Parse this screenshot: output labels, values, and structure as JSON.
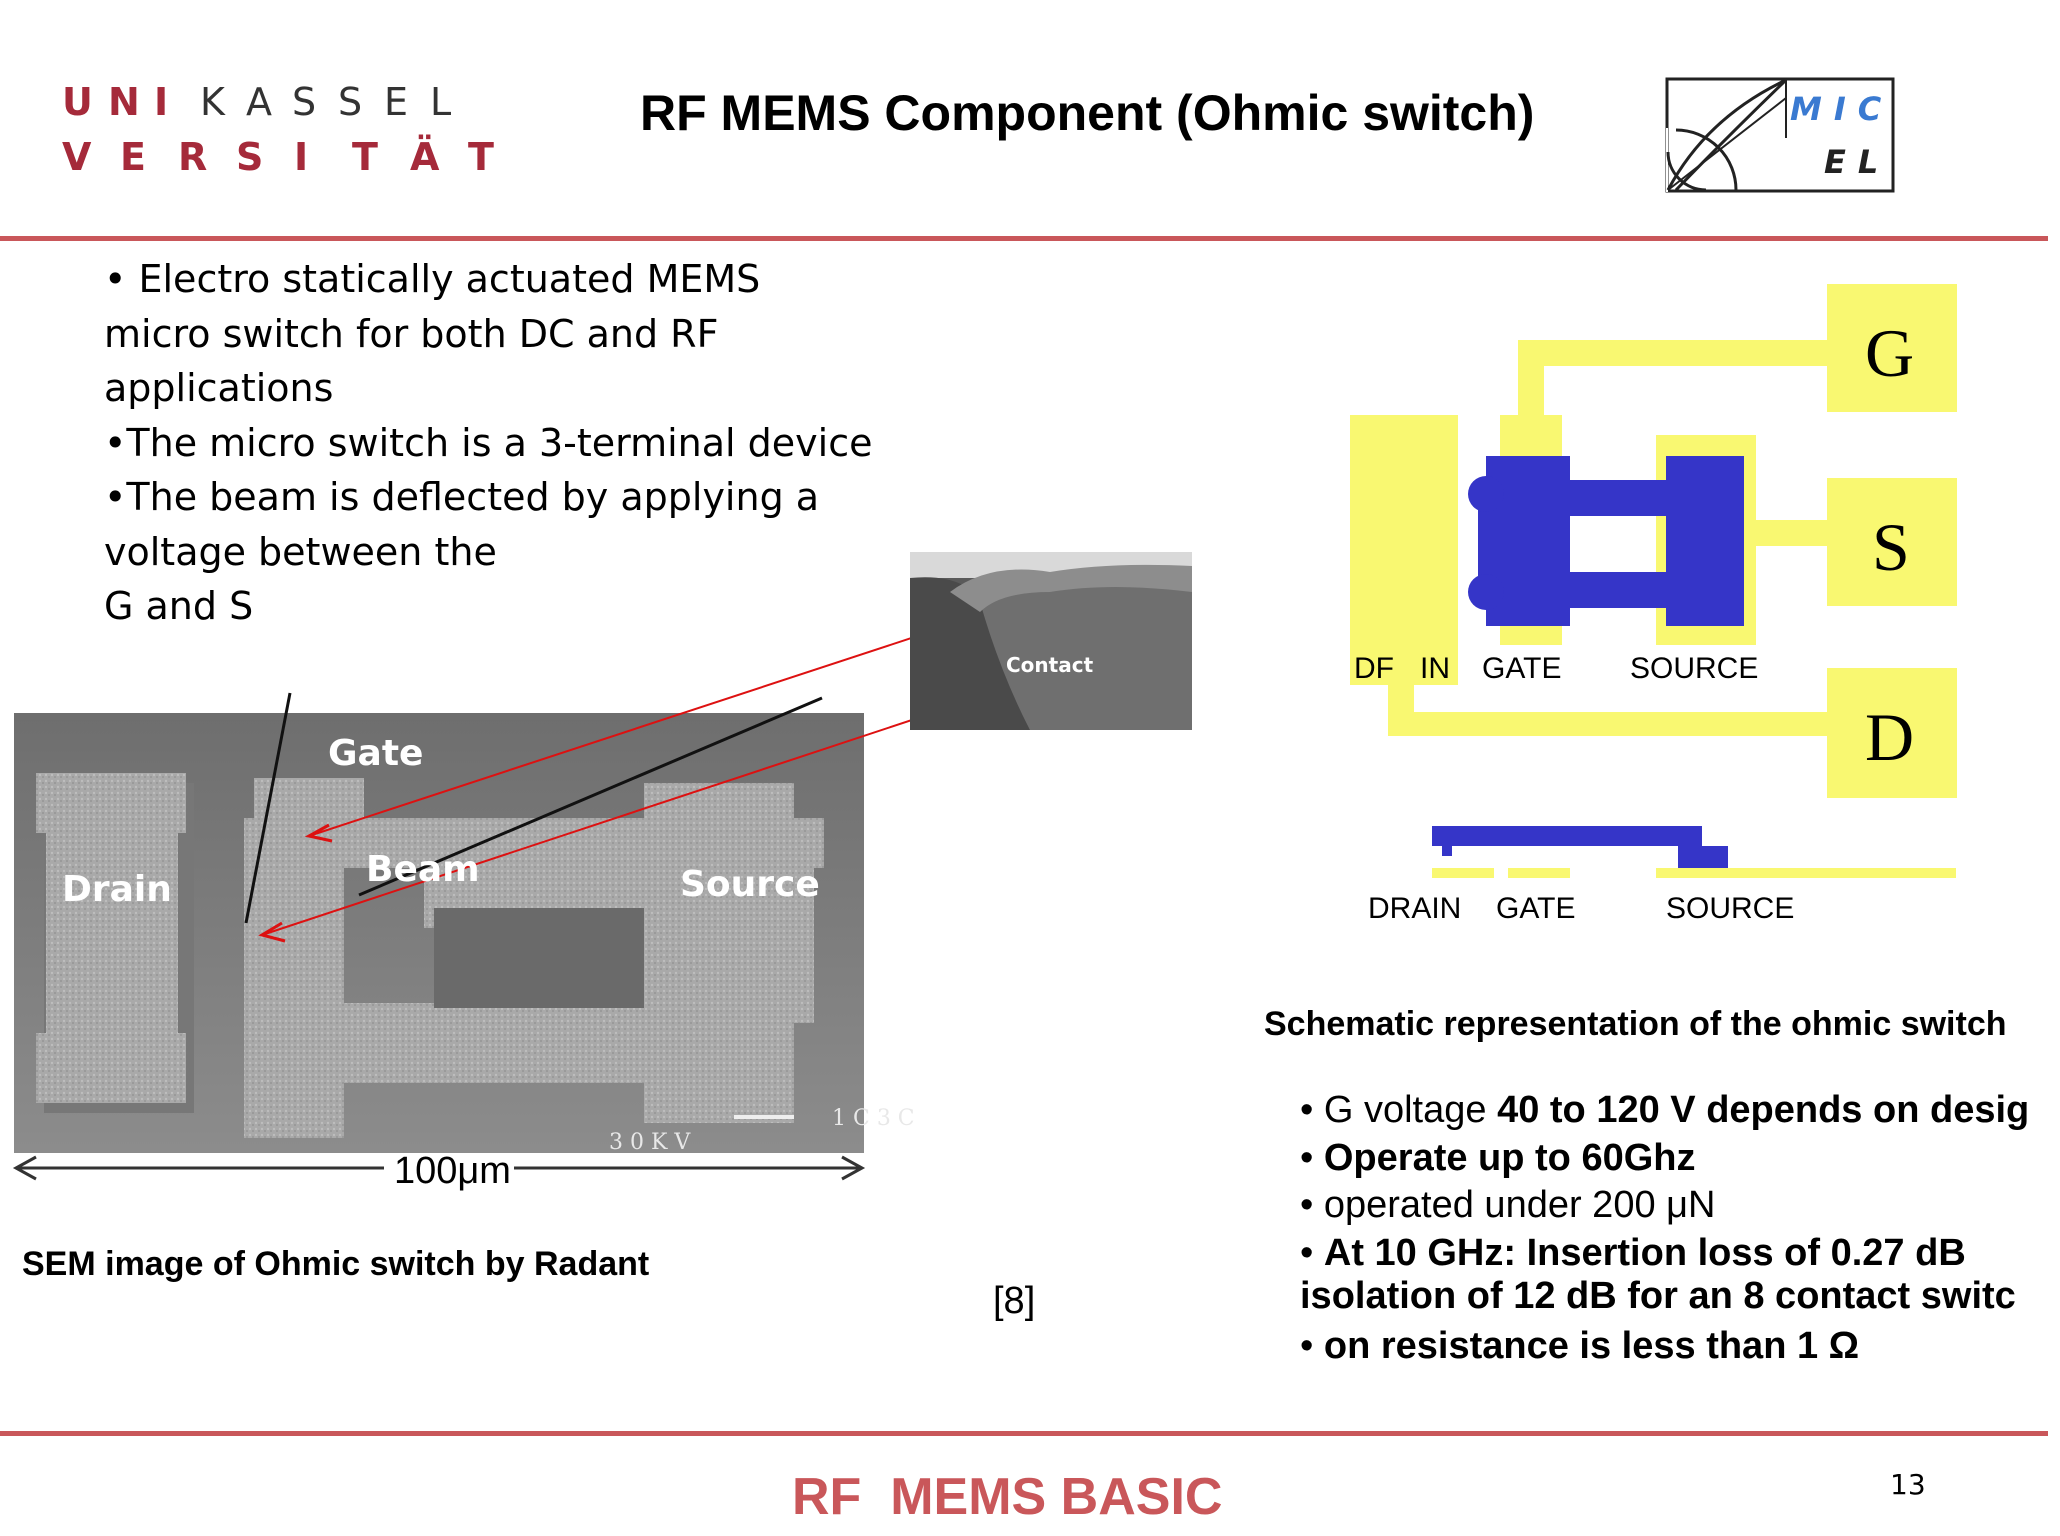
{
  "header": {
    "logo_row1": [
      "U",
      "N",
      "I",
      "K",
      "A",
      "S",
      "S",
      "E",
      "L"
    ],
    "logo_row2": [
      "V",
      "E",
      "R",
      "S",
      "I",
      "T",
      "Ä",
      "T"
    ],
    "title": "RF MEMS Component (Ohmic switch)",
    "micel_line1": "MIC",
    "micel_line2": "EL"
  },
  "bullets": [
    "• Electro statically actuated MEMS",
    "micro switch for both DC and RF",
    "applications",
    "•The micro switch is a 3-terminal device",
    "•The beam is deflected by applying a",
    "voltage between the",
    "G and S"
  ],
  "sem": {
    "labels": {
      "gate": "Gate",
      "drain": "Drain",
      "beam": "Beam",
      "source": "Source",
      "kv": "3 0 K V",
      "scale_partial": "1 C\n3 C",
      "width": "100μm",
      "contact": "Contact"
    },
    "caption": "SEM image of Ohmic switch by Radant",
    "reference": "[8]"
  },
  "schematic": {
    "top_pads": [
      "G",
      "S",
      "D"
    ],
    "top_labels": [
      "DF",
      "IN",
      "GATE",
      "SOURCE"
    ],
    "side_labels": [
      "DRAIN",
      "GATE",
      "SOURCE"
    ],
    "caption": "Schematic representation of the ohmic switch",
    "colors": {
      "pad": "#f9f871",
      "beam": "#3535c8"
    }
  },
  "specs": [
    {
      "normal": "• G voltage ",
      "bold": "40 to 120 V depends on desig"
    },
    {
      "normal": "• ",
      "bold": "Operate up to 60Ghz"
    },
    {
      "normal": "• operated under 200 μN",
      "bold": ""
    },
    {
      "normal": "• ",
      "bold": "At 10 GHz: Insertion loss of 0.27 dB"
    },
    {
      "normal": "",
      "bold": "isolation of 12 dB for an 8 contact switc"
    },
    {
      "normal": "• ",
      "bold": "on resistance is less than 1 Ω"
    }
  ],
  "footer": {
    "title": "RF  MEMS BASIC",
    "page": "13"
  }
}
